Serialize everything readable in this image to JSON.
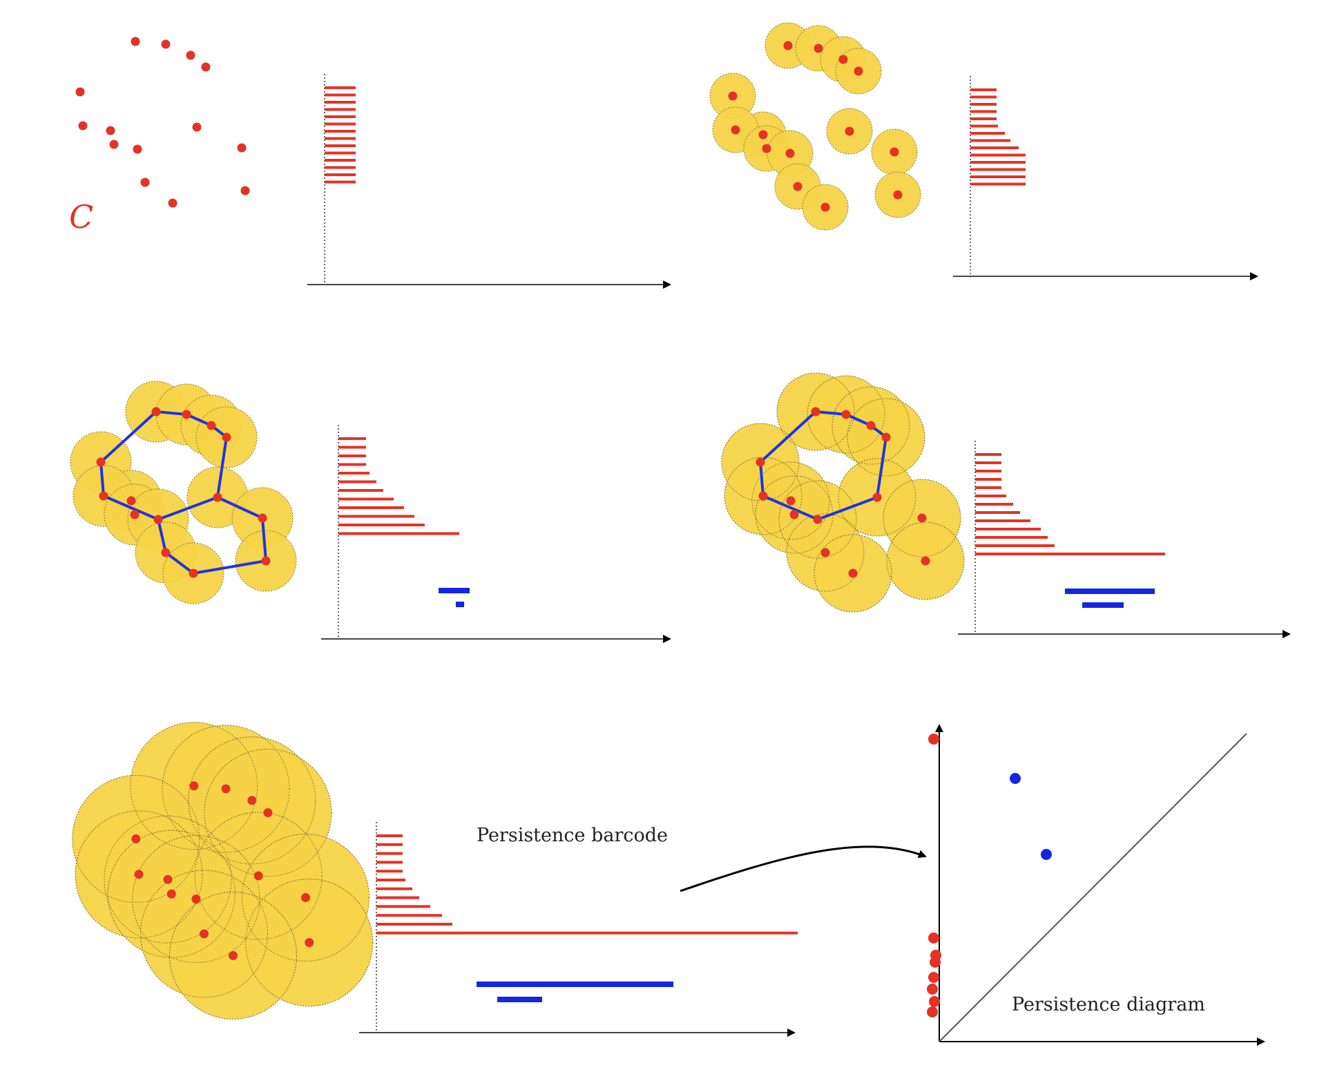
{
  "labels": {
    "point_cloud": "C",
    "barcode": "Persistence barcode",
    "diagram": "Persistence diagram"
  },
  "colors": {
    "point": "#e53224",
    "disc": "#f5d347",
    "disc_border": "#8a7a3a",
    "bar_h0": "#e53224",
    "bar_h1": "#1426e0",
    "edge": "#1d35e0",
    "axis": "#000000",
    "background": "#ffffff"
  },
  "diagram": {
    "h0_points": 8,
    "h0_infinite": 1,
    "h1_points": 2
  }
}
